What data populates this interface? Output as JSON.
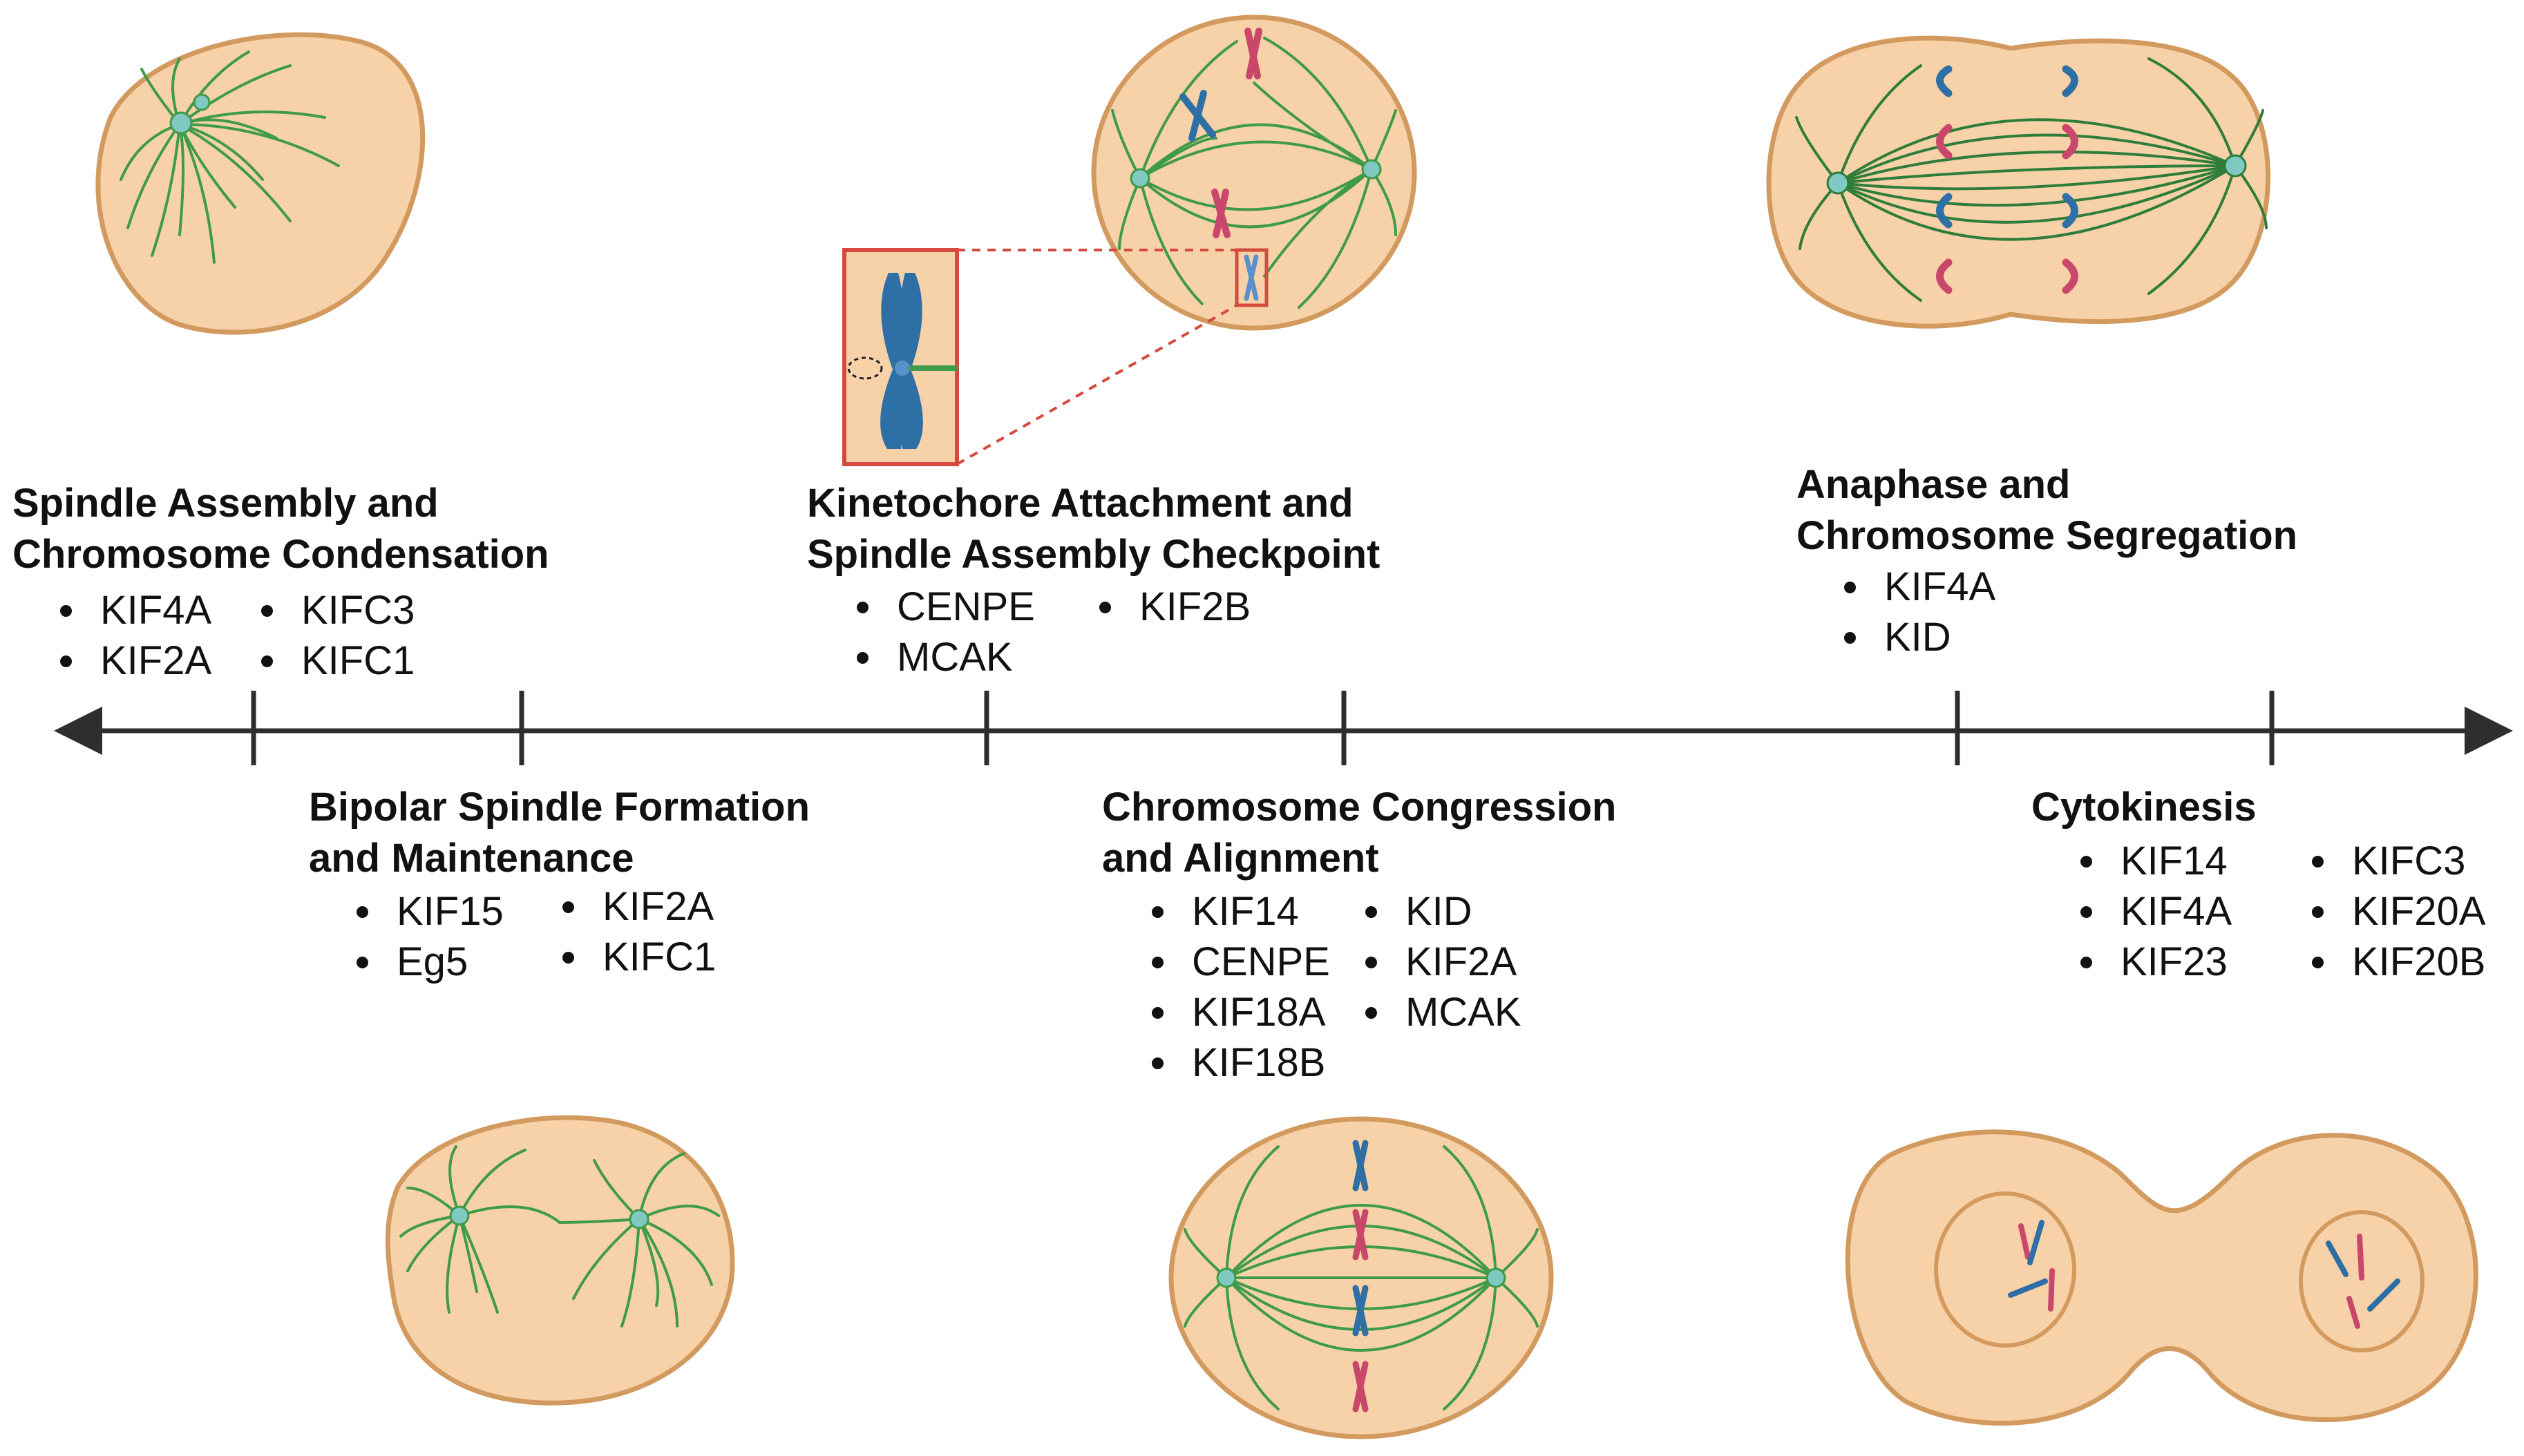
{
  "phases": {
    "spindle_assembly": {
      "title": [
        "Spindle Assembly and",
        "Chromosome Condensation"
      ],
      "col1": [
        "KIF4A",
        "KIF2A"
      ],
      "col2": [
        "KIFC3",
        "KIFC1"
      ]
    },
    "bipolar_spindle": {
      "title": [
        "Bipolar Spindle Formation",
        "and Maintenance"
      ],
      "col1": [
        "KIF15",
        "Eg5"
      ],
      "col2": [
        "KIF2A",
        "KIFC1"
      ]
    },
    "kinetochore": {
      "title": [
        "Kinetochore Attachment and",
        "Spindle Assembly Checkpoint"
      ],
      "col1": [
        "CENPE",
        "MCAK"
      ],
      "col2": [
        "KIF2B"
      ]
    },
    "congression": {
      "title": [
        "Chromosome Congression",
        "and Alignment"
      ],
      "col1": [
        "KIF14",
        "CENPE",
        "KIF18A",
        "KIF18B"
      ],
      "col2": [
        "KID",
        "KIF2A",
        "MCAK"
      ]
    },
    "anaphase": {
      "title": [
        "Anaphase and",
        "Chromosome Segregation"
      ],
      "col1": [
        "KIF4A",
        "KID"
      ]
    },
    "cytokinesis": {
      "title": [
        "Cytokinesis"
      ],
      "col1": [
        "KIF14",
        "KIF4A",
        "KIF23"
      ],
      "col2": [
        "KIFC3",
        "KIF20A",
        "KIF20B"
      ]
    }
  },
  "colors": {
    "cell_fill": "#F7D2A9",
    "cell_stroke": "#D29A5E",
    "microtubule": "#3F9A4A",
    "centrosome": "#7FC9C2",
    "chromosome_blue": "#2E6FA6",
    "chromosome_pink": "#C9476B",
    "callout": "#D54A3C",
    "axis": "#2E2E2E"
  }
}
